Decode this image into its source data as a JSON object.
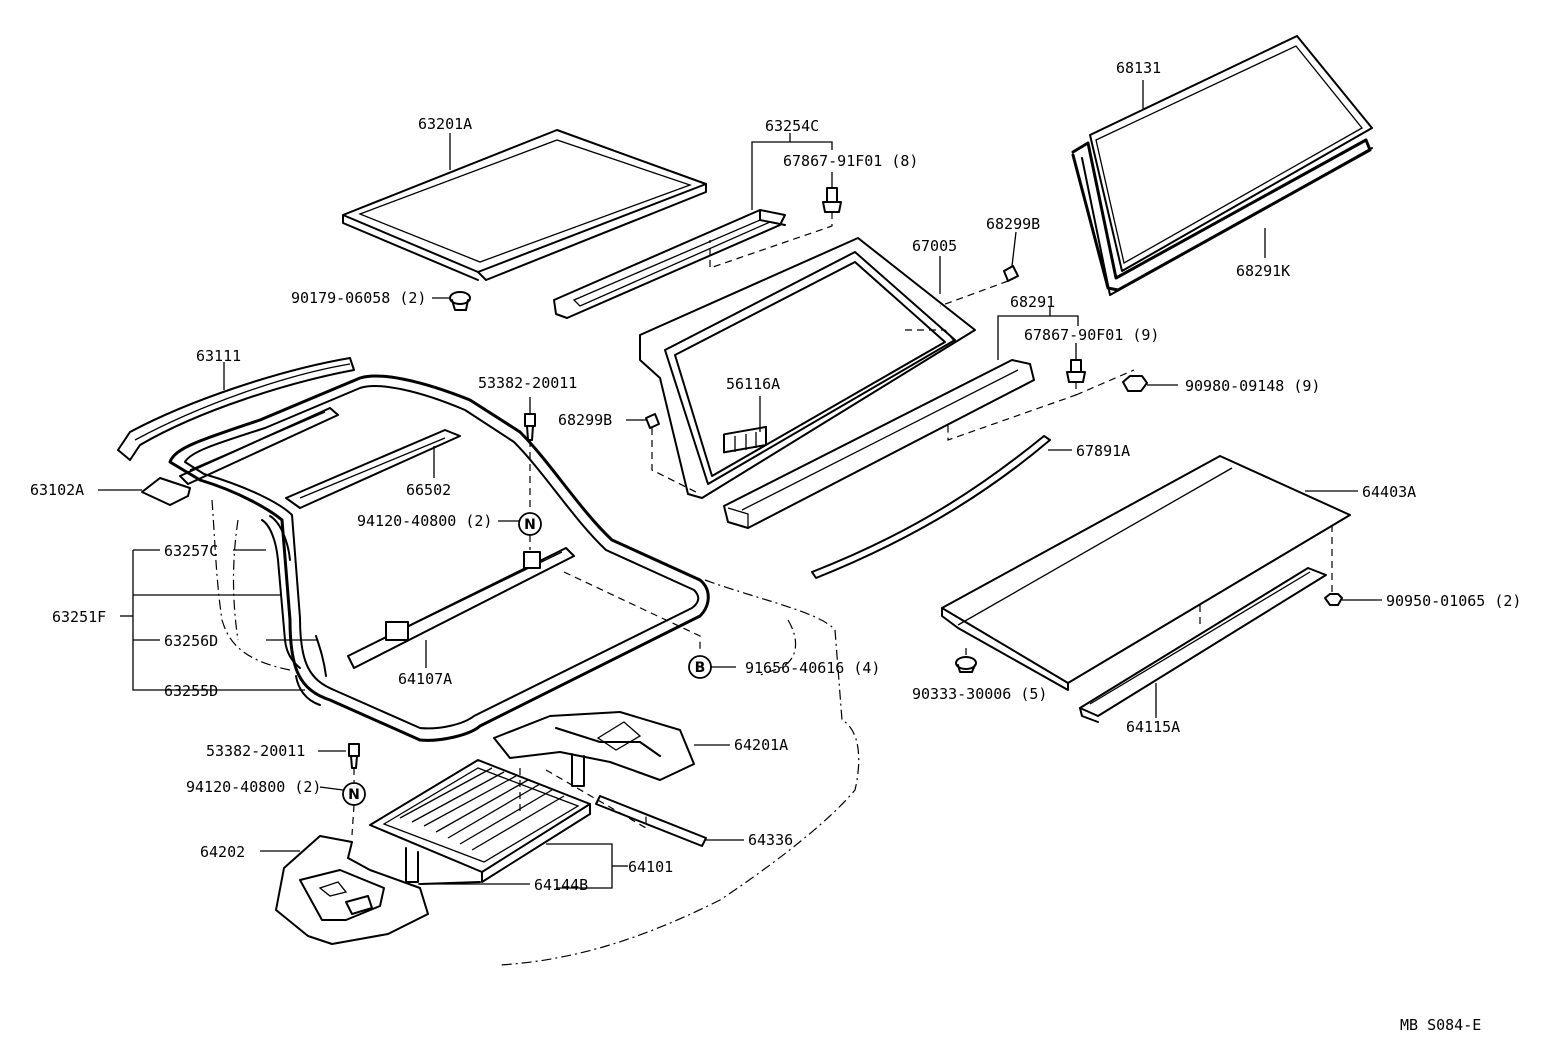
{
  "diagram_code": "MB S084-E",
  "symbols": {
    "n": "N",
    "b": "B"
  },
  "labels": {
    "p63201A": "63201A",
    "p63254C": "63254C",
    "p67867_91F01": "67867-91F01 (8)",
    "p68131": "68131",
    "p68291K": "68291K",
    "p67005": "67005",
    "p68299B_top": "68299B",
    "p68291": "68291",
    "p67867_90F01": "67867-90F01 (9)",
    "p90980_09148": "90980-09148 (9)",
    "p90179_06058": "90179-06058 (2)",
    "p63111": "63111",
    "p53382_20011_top": "53382-20011",
    "p56116A": "56116A",
    "p68299B_mid": "68299B",
    "p67891A": "67891A",
    "p63102A": "63102A",
    "p66502": "66502",
    "p94120_40800_top": "94120-40800 (2)",
    "p64403A": "64403A",
    "p63257C": "63257C",
    "p63251F": "63251F",
    "p63256D": "63256D",
    "p63255D": "63255D",
    "p64107A": "64107A",
    "p91656_40616": "91656-40616 (4)",
    "p90950_01065": "90950-01065 (2)",
    "p90333_30006": "90333-30006 (5)",
    "p64115A": "64115A",
    "p53382_20011_bot": "53382-20011",
    "p64201A": "64201A",
    "p94120_40800_bot": "94120-40800 (2)",
    "p64336": "64336",
    "p64202": "64202",
    "p64101": "64101",
    "p64144B": "64144B"
  }
}
